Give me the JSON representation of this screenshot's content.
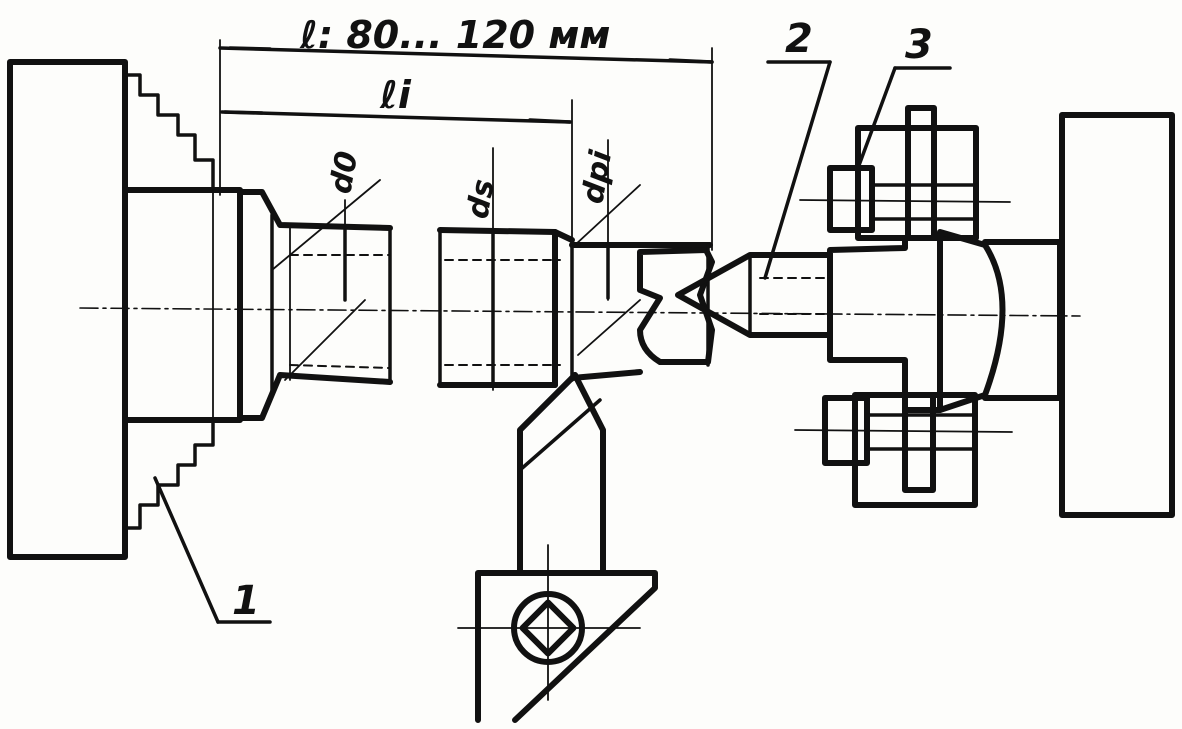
{
  "dimensions": {
    "total_length_label": "ℓ: 80... 120 мм",
    "partial_length_label": "ℓi",
    "diameter_labels": {
      "d0": "d0",
      "ds": "ds",
      "dpi": "dpi"
    }
  },
  "callouts": {
    "chuck": "1",
    "center": "2",
    "adapter": "3"
  },
  "colors": {
    "ink": "#111111",
    "paper": "#fdfdfb"
  }
}
